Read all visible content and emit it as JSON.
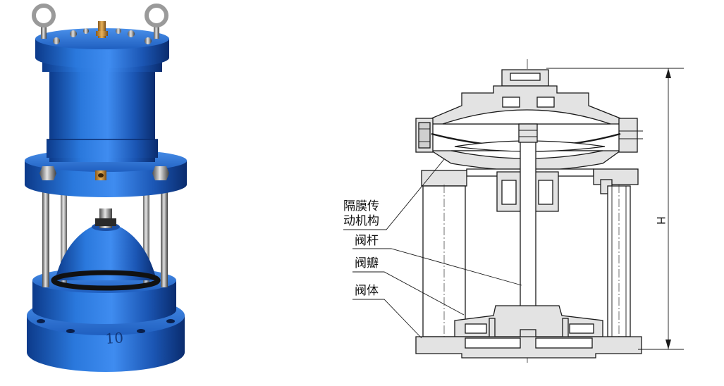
{
  "photo": {
    "casting_marking": "10"
  },
  "drawing": {
    "labels": {
      "actuator_line1": "隔膜传",
      "actuator_line2": "动机构",
      "stem": "阀杆",
      "disc": "阀瓣",
      "body": "阀体"
    },
    "dimension_label": "H"
  },
  "colors": {
    "valve_blue": "#1f63c4",
    "steel": "#d8d8d8",
    "brass": "#e8b25a",
    "drawing_fill": "#e3e3e3",
    "drawing_line": "#1a1a1a"
  }
}
